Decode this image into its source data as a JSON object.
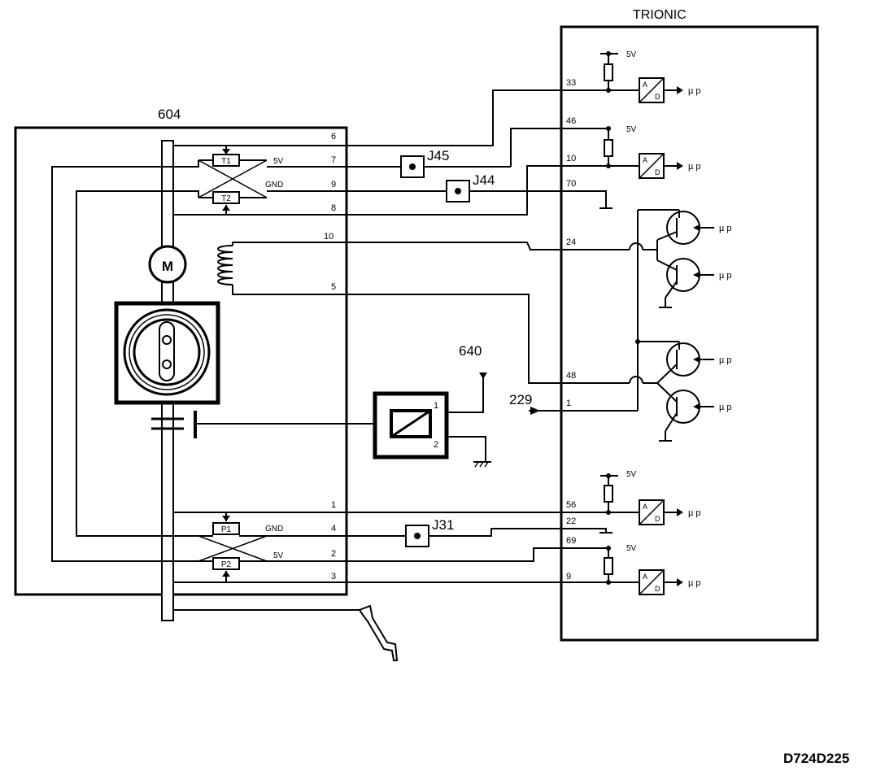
{
  "labels": {
    "module": "604",
    "ecu": "TRIONIC",
    "relay": "640",
    "input": "229",
    "j45": "J45",
    "j44": "J44",
    "j31": "J31",
    "drawing_id": "D724D225",
    "motor": "M",
    "t1": "T1",
    "t2": "T2",
    "p1": "P1",
    "p2": "P2",
    "five_v": "5V",
    "gnd": "GND",
    "ad_a": "A",
    "ad_d": "D",
    "mu_p": "µ p",
    "relay_pin1": "1",
    "relay_pin2": "2"
  },
  "module_pins": {
    "p6": "6",
    "p7": "7",
    "p9": "9",
    "p8": "8",
    "p10": "10",
    "p5": "5",
    "p1": "1",
    "p4": "4",
    "p2": "2",
    "p3": "3"
  },
  "ecu_pins": {
    "p33": "33",
    "p46": "46",
    "p10": "10",
    "p70": "70",
    "p24": "24",
    "p48": "48",
    "p1": "1",
    "p56": "56",
    "p22": "22",
    "p69": "69",
    "p9": "9"
  }
}
